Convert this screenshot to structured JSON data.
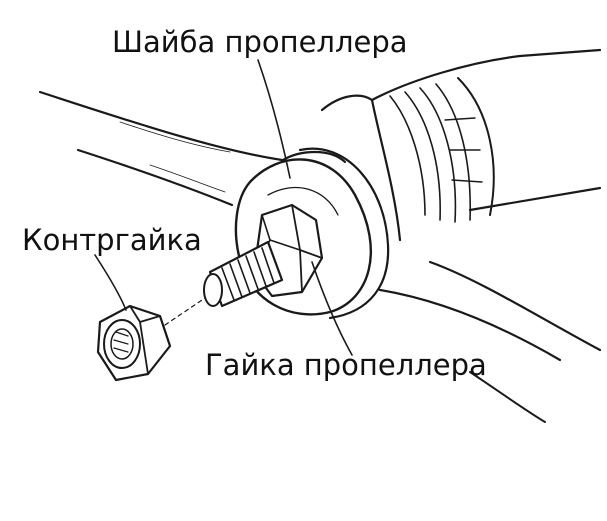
{
  "labels": {
    "washer": "Шайба пропеллера",
    "locknut": "Контргайка",
    "nut": "Гайка пропеллера"
  },
  "colors": {
    "ink": "#1a1a1a",
    "background": "#ffffff"
  }
}
